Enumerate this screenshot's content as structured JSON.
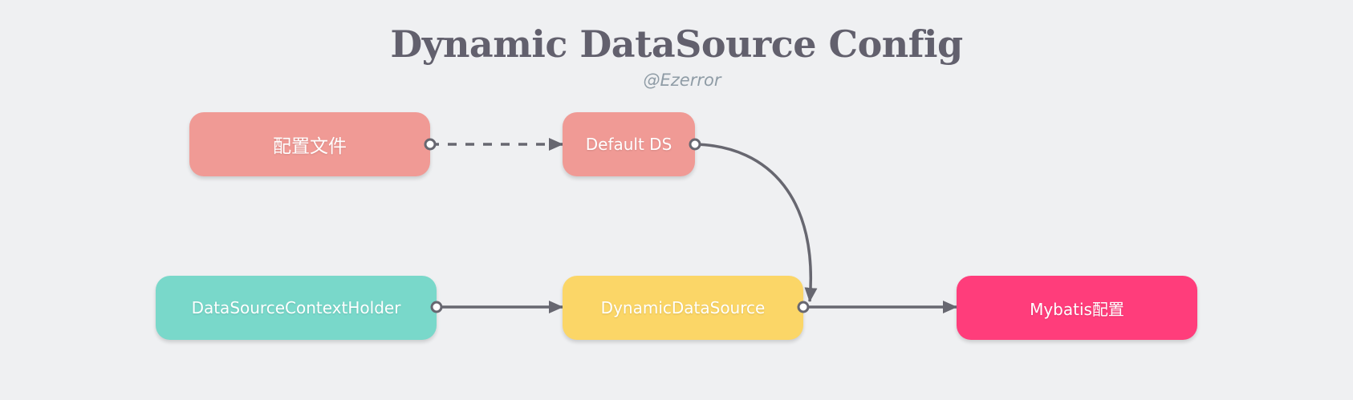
{
  "diagram": {
    "title": "Dynamic DataSource Config",
    "subtitle": "@Ezerror",
    "nodes": [
      {
        "id": "config",
        "label": "配置文件",
        "color": "#f09a95"
      },
      {
        "id": "default",
        "label": "Default DS",
        "color": "#f09a95"
      },
      {
        "id": "holder",
        "label": "DataSourceContextHolder",
        "color": "#79d8ca"
      },
      {
        "id": "dynamic",
        "label": "DynamicDataSource",
        "color": "#fbd667"
      },
      {
        "id": "mybatis",
        "label": "Mybatis配置",
        "color": "#ff3d7b"
      }
    ],
    "edges": [
      {
        "from": "config",
        "to": "default",
        "style": "dashed"
      },
      {
        "from": "default",
        "to": "dynamic",
        "style": "curved"
      },
      {
        "from": "holder",
        "to": "dynamic",
        "style": "solid"
      },
      {
        "from": "dynamic",
        "to": "mybatis",
        "style": "solid"
      }
    ],
    "edge_color": "#676770"
  }
}
